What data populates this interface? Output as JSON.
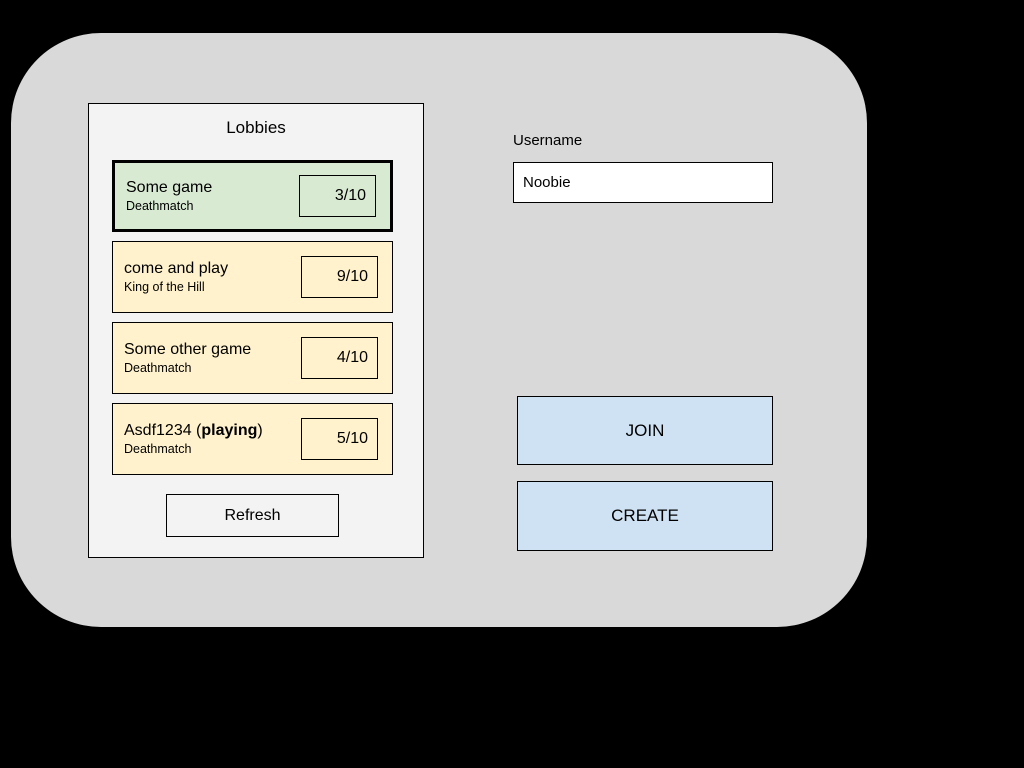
{
  "colors": {
    "canvas_bg": "#000000",
    "panel_bg": "#d9d9d9",
    "lobbies_bg": "#f3f3f3",
    "selected_bg": "#d9ead3",
    "lobby_bg": "#fff2cc",
    "button_blue": "#cfe2f3",
    "input_bg": "#ffffff",
    "border_color": "#000000"
  },
  "lobbies": {
    "title": "Lobbies",
    "refresh_label": "Refresh",
    "items": [
      {
        "name_parts": [
          {
            "text": "Some game"
          }
        ],
        "mode": "Deathmatch",
        "count": "3/10",
        "selected": true
      },
      {
        "name_parts": [
          {
            "text": "come and play"
          }
        ],
        "mode": "King of the Hill",
        "count": "9/10",
        "selected": false
      },
      {
        "name_parts": [
          {
            "text": "Some other game"
          }
        ],
        "mode": "Deathmatch",
        "count": "4/10",
        "selected": false
      },
      {
        "name_parts": [
          {
            "text": "Asdf1234 ("
          },
          {
            "text": "playing",
            "bold": true
          },
          {
            "text": ")"
          }
        ],
        "mode": "Deathmatch",
        "count": "5/10",
        "selected": false
      }
    ]
  },
  "user_panel": {
    "username_label": "Username",
    "username_value": "Noobie",
    "join_label": "JOIN",
    "create_label": "CREATE"
  }
}
